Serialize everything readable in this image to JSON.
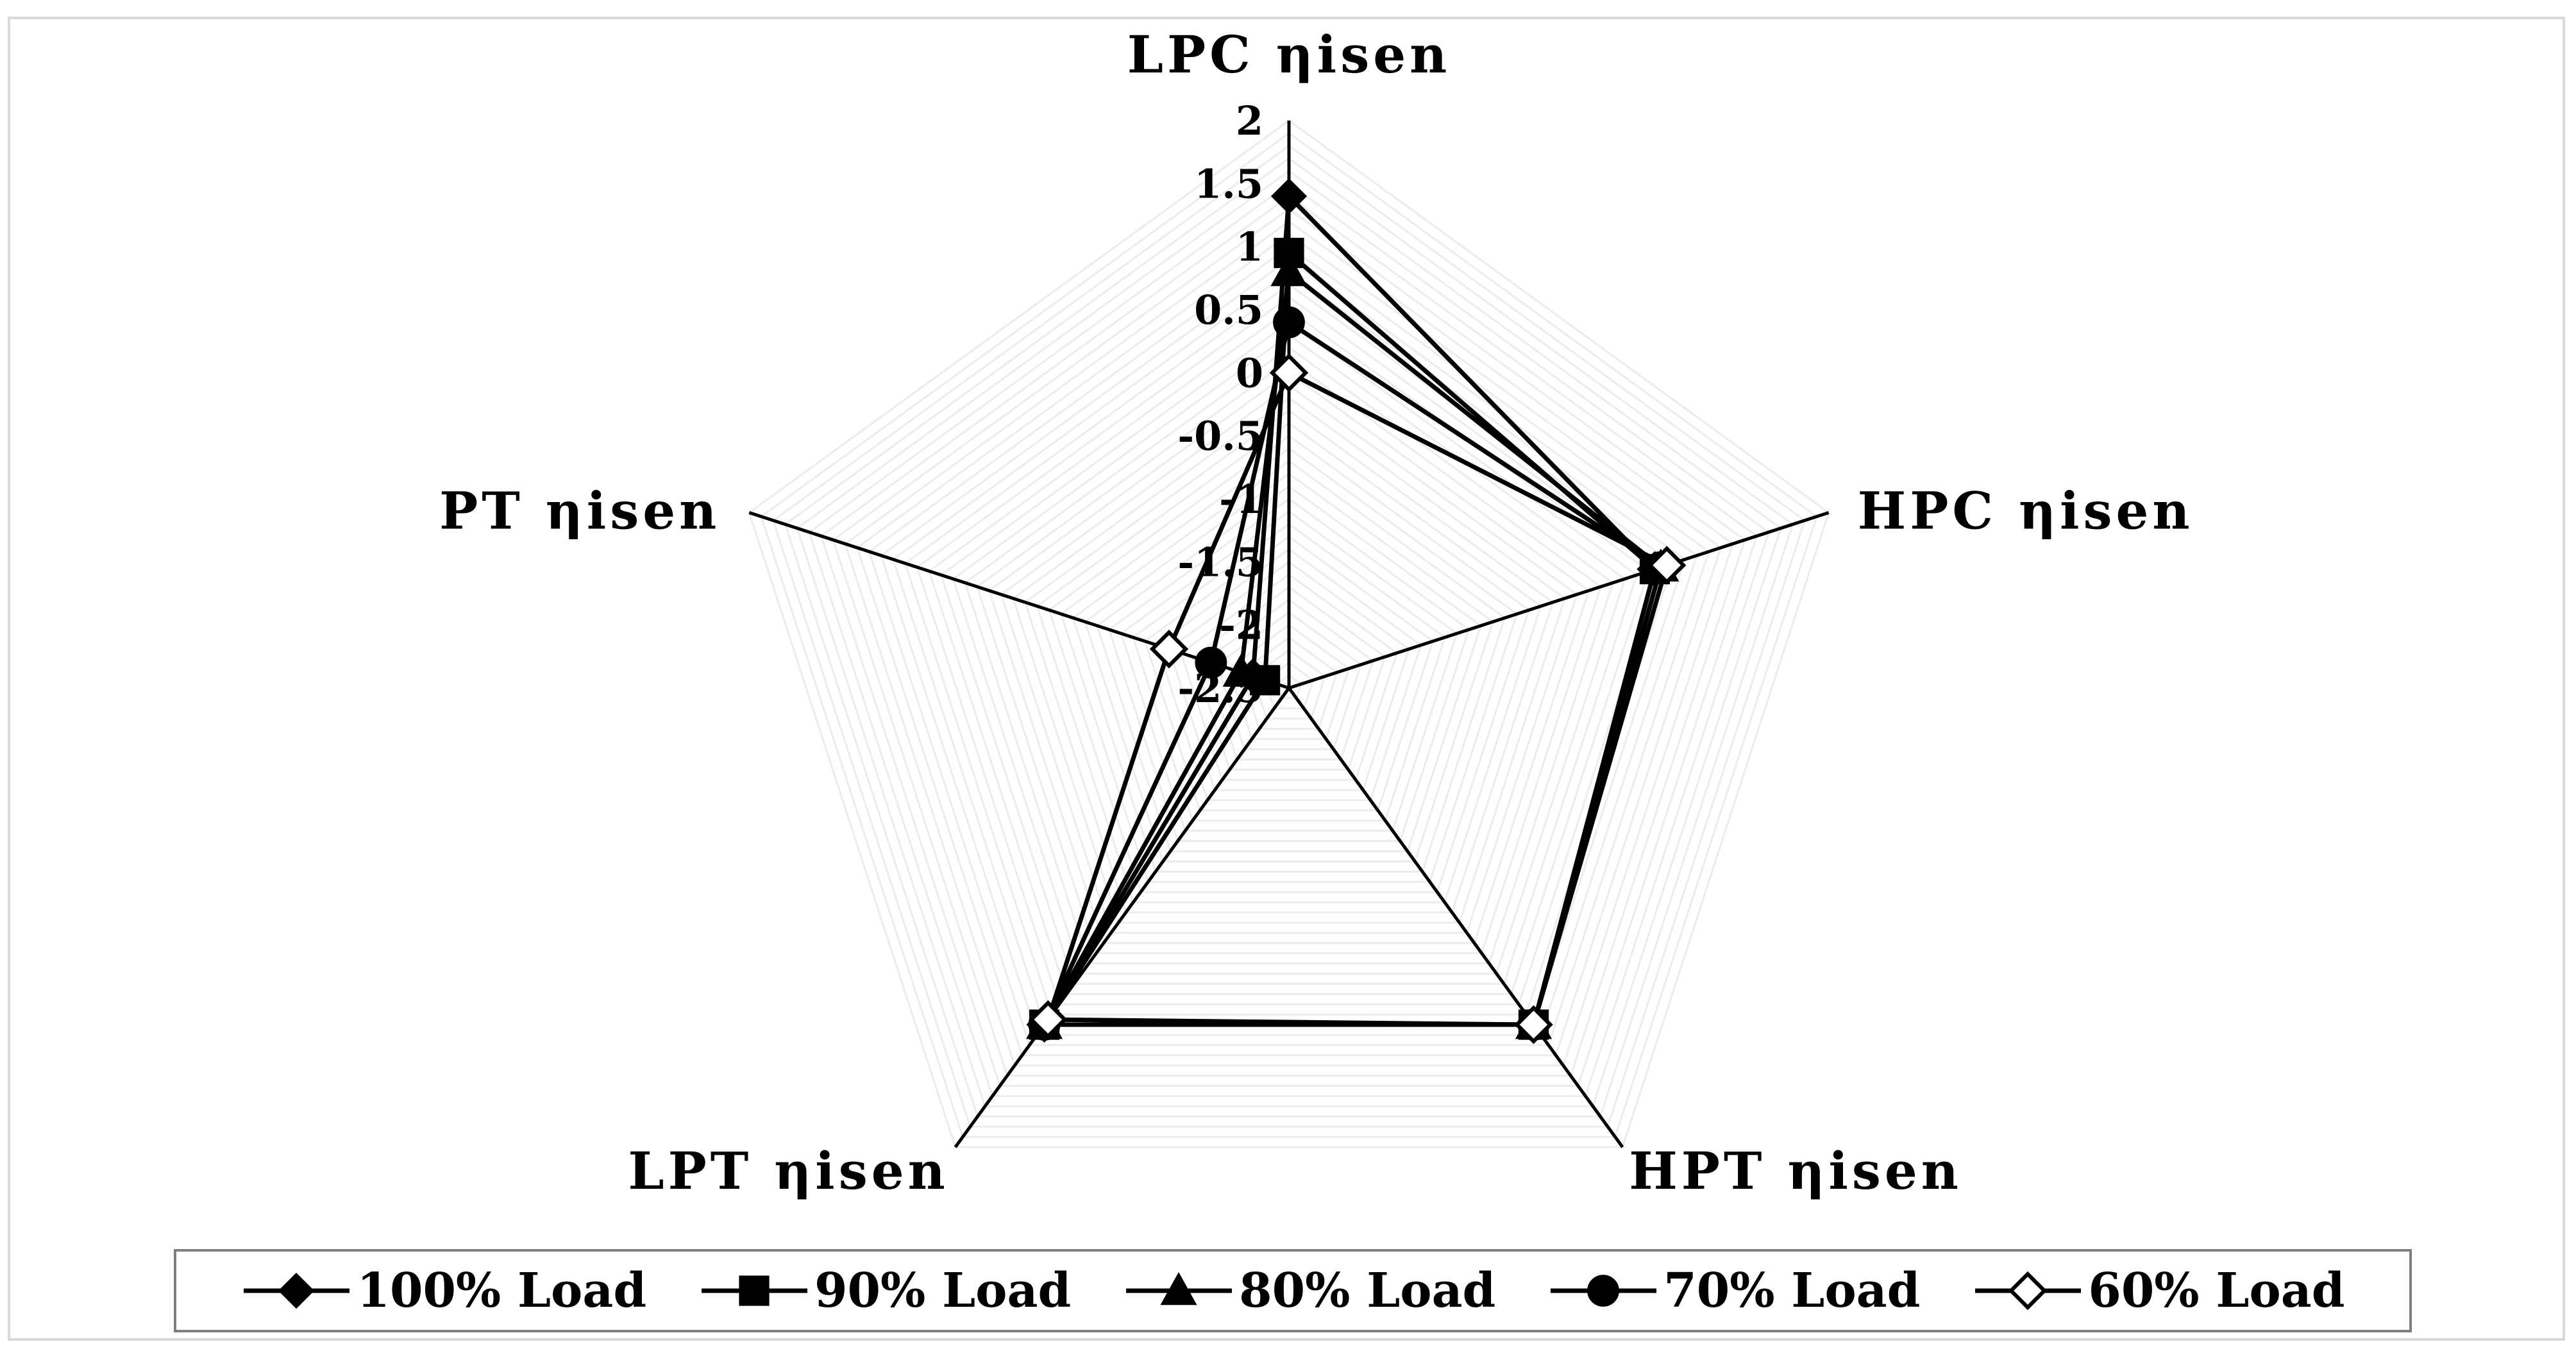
{
  "chart_data": {
    "type": "radar",
    "axes": [
      "LPC ηisen",
      "HPC ηisen",
      "HPT ηisen",
      "LPT ηisen",
      "PT ηisen"
    ],
    "r_ticks": [
      "2",
      "1.5",
      "1",
      "0.5",
      "0",
      "-0.5",
      "-1",
      "-1.5",
      "-2",
      "-2.5"
    ],
    "rlim": [
      -2.5,
      2
    ],
    "grid": true,
    "legend_position": "bottom",
    "series": [
      {
        "name": "100% Load",
        "marker": "diamond-filled",
        "values": [
          1.4,
          0.55,
          0.8,
          0.8,
          -2.2
        ]
      },
      {
        "name": "90% Load",
        "marker": "square-filled",
        "values": [
          0.95,
          0.55,
          0.8,
          0.8,
          -2.3
        ]
      },
      {
        "name": "80% Load",
        "marker": "triangle-filled",
        "values": [
          0.8,
          0.6,
          0.8,
          0.8,
          -2.1
        ]
      },
      {
        "name": "70% Load",
        "marker": "circle-filled",
        "values": [
          0.4,
          0.6,
          0.8,
          0.8,
          -1.85
        ]
      },
      {
        "name": "60% Load",
        "marker": "diamond-open",
        "values": [
          0.0,
          0.65,
          0.8,
          0.75,
          -1.5
        ]
      }
    ]
  }
}
